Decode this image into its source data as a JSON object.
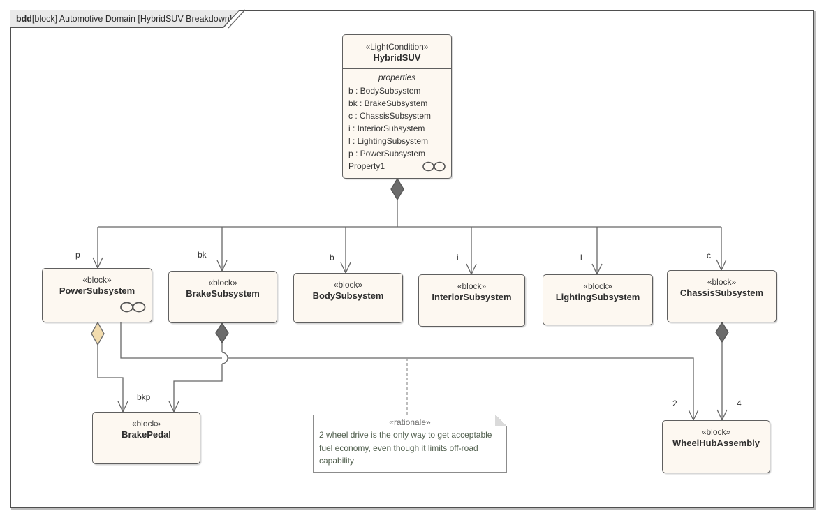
{
  "frame_title": {
    "keyword": "bdd",
    "rest": "[block] Automotive Domain [HybridSUV Breakdown]"
  },
  "colors": {
    "line": "#666666",
    "block_fill": "#fdf8f1",
    "block_border": "#5f5f5f",
    "composition_diamond": "#6b6b6b",
    "shared_diamond": "#f2dcae",
    "tab_fill": "#e9e9e9",
    "note_text": "#52604f"
  },
  "blocks": {
    "hybrid_suv": {
      "stereotype": "«LightCondition»",
      "name": "HybridSUV",
      "compartment_label": "properties",
      "properties": [
        "b : BodySubsystem",
        "bk : BrakeSubsystem",
        "c : ChassisSubsystem",
        "i : InteriorSubsystem",
        "l : LightingSubsystem",
        "p : PowerSubsystem"
      ],
      "last_property": "Property1"
    },
    "power": {
      "stereotype": "«block»",
      "name": "PowerSubsystem"
    },
    "brake": {
      "stereotype": "«block»",
      "name": "BrakeSubsystem"
    },
    "body": {
      "stereotype": "«block»",
      "name": "BodySubsystem"
    },
    "interior": {
      "stereotype": "«block»",
      "name": "InteriorSubsystem"
    },
    "lighting": {
      "stereotype": "«block»",
      "name": "LightingSubsystem"
    },
    "chassis": {
      "stereotype": "«block»",
      "name": "ChassisSubsystem"
    },
    "brake_pedal": {
      "stereotype": "«block»",
      "name": "BrakePedal"
    },
    "wheel_hub": {
      "stereotype": "«block»",
      "name": "WheelHubAssembly"
    }
  },
  "connector_labels": {
    "p": "p",
    "bk": "bk",
    "b": "b",
    "i": "i",
    "l": "l",
    "c": "c",
    "bkp": "bkp",
    "mult_2": "2",
    "mult_4": "4"
  },
  "note": {
    "stereotype": "«rationale»",
    "text": "2 wheel drive is the only way to get acceptable fuel economy, even though it limits off-road capability"
  }
}
